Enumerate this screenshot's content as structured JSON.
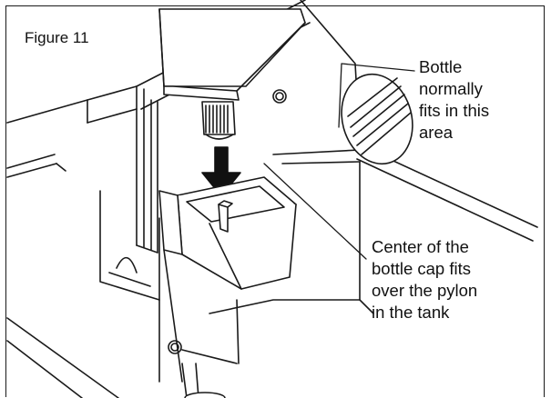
{
  "figure": {
    "label": "Figure 11",
    "callouts": [
      {
        "text": "Bottle\nnormally\nfits in this\narea"
      },
      {
        "text": "Center of the\nbottle cap fits\nover the pylon\nin the tank"
      }
    ],
    "colors": {
      "line": "#1a1a1a",
      "fill": "#ffffff",
      "shade": "#111111"
    }
  }
}
